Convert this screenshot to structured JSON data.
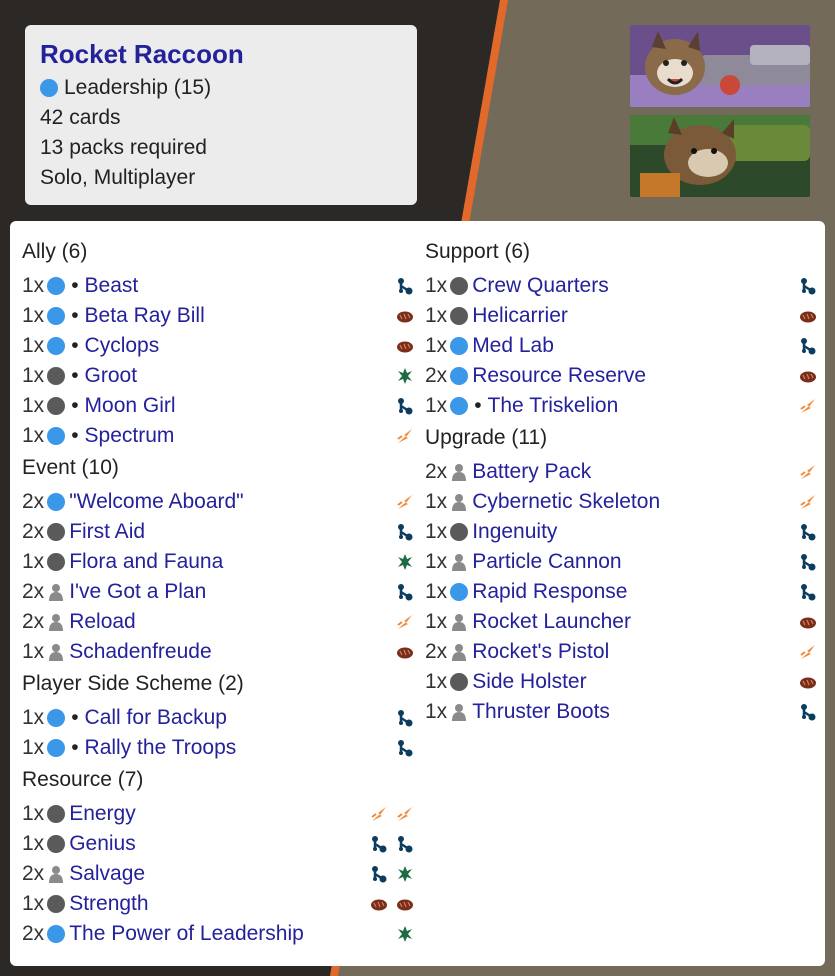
{
  "header": {
    "title": "Rocket Raccoon",
    "aspect": "Leadership (15)",
    "cards": "42 cards",
    "packs": "13 packs required",
    "modes": "Solo, Multiplayer"
  },
  "colors": {
    "leadership": "#3b97e8",
    "basic": "#5a5a5a",
    "hero": "#8a8a8a",
    "link": "#24229a",
    "stripe": "#e3692a",
    "physical": "#7a2e1a",
    "mental": "#0d3d5e",
    "energy": "#f08a3a",
    "wild": "#1f6b44"
  },
  "left_sections": [
    {
      "heading": "Ally (6)",
      "cards": [
        {
          "qty": "1x",
          "aspect": "leadership",
          "unique": true,
          "name": "Beast",
          "resources": [
            "mental"
          ]
        },
        {
          "qty": "1x",
          "aspect": "leadership",
          "unique": true,
          "name": "Beta Ray Bill",
          "resources": [
            "physical"
          ]
        },
        {
          "qty": "1x",
          "aspect": "leadership",
          "unique": true,
          "name": "Cyclops",
          "resources": [
            "physical"
          ]
        },
        {
          "qty": "1x",
          "aspect": "basic",
          "unique": true,
          "name": "Groot",
          "resources": [
            "wild"
          ]
        },
        {
          "qty": "1x",
          "aspect": "basic",
          "unique": true,
          "name": "Moon Girl",
          "resources": [
            "mental"
          ]
        },
        {
          "qty": "1x",
          "aspect": "leadership",
          "unique": true,
          "name": "Spectrum",
          "resources": [
            "energy"
          ]
        }
      ]
    },
    {
      "heading": "Event (10)",
      "cards": [
        {
          "qty": "2x",
          "aspect": "leadership",
          "unique": false,
          "name": "\"Welcome Aboard\"",
          "resources": [
            "energy"
          ]
        },
        {
          "qty": "2x",
          "aspect": "basic",
          "unique": false,
          "name": "First Aid",
          "resources": [
            "mental"
          ]
        },
        {
          "qty": "1x",
          "aspect": "basic",
          "unique": false,
          "name": "Flora and Fauna",
          "resources": [
            "wild"
          ]
        },
        {
          "qty": "2x",
          "aspect": "hero",
          "unique": false,
          "name": "I've Got a Plan",
          "resources": [
            "mental"
          ]
        },
        {
          "qty": "2x",
          "aspect": "hero",
          "unique": false,
          "name": "Reload",
          "resources": [
            "energy"
          ]
        },
        {
          "qty": "1x",
          "aspect": "hero",
          "unique": false,
          "name": "Schadenfreude",
          "resources": [
            "physical"
          ]
        }
      ]
    },
    {
      "heading": "Player Side Scheme (2)",
      "cards": [
        {
          "qty": "1x",
          "aspect": "leadership",
          "unique": true,
          "name": "Call for Backup",
          "resources": [
            "mental"
          ]
        },
        {
          "qty": "1x",
          "aspect": "leadership",
          "unique": true,
          "name": "Rally the Troops",
          "resources": [
            "mental"
          ]
        }
      ]
    },
    {
      "heading": "Resource (7)",
      "cards": [
        {
          "qty": "1x",
          "aspect": "basic",
          "unique": false,
          "name": "Energy",
          "resources": [
            "energy",
            "energy"
          ]
        },
        {
          "qty": "1x",
          "aspect": "basic",
          "unique": false,
          "name": "Genius",
          "resources": [
            "mental",
            "mental"
          ]
        },
        {
          "qty": "2x",
          "aspect": "hero",
          "unique": false,
          "name": "Salvage",
          "resources": [
            "mental",
            "wild"
          ]
        },
        {
          "qty": "1x",
          "aspect": "basic",
          "unique": false,
          "name": "Strength",
          "resources": [
            "physical",
            "physical"
          ]
        },
        {
          "qty": "2x",
          "aspect": "leadership",
          "unique": false,
          "name": "The Power of Leadership",
          "resources": [
            "wild"
          ]
        }
      ]
    }
  ],
  "right_sections": [
    {
      "heading": "Support (6)",
      "cards": [
        {
          "qty": "1x",
          "aspect": "basic",
          "unique": false,
          "name": "Crew Quarters",
          "resources": [
            "mental"
          ]
        },
        {
          "qty": "1x",
          "aspect": "basic",
          "unique": false,
          "name": "Helicarrier",
          "resources": [
            "physical"
          ]
        },
        {
          "qty": "1x",
          "aspect": "leadership",
          "unique": false,
          "name": "Med Lab",
          "resources": [
            "mental"
          ]
        },
        {
          "qty": "2x",
          "aspect": "leadership",
          "unique": false,
          "name": "Resource Reserve",
          "resources": [
            "physical"
          ]
        },
        {
          "qty": "1x",
          "aspect": "leadership",
          "unique": true,
          "name": "The Triskelion",
          "resources": [
            "energy"
          ]
        }
      ]
    },
    {
      "heading": "Upgrade (11)",
      "cards": [
        {
          "qty": "2x",
          "aspect": "hero",
          "unique": false,
          "name": "Battery Pack",
          "resources": [
            "energy"
          ]
        },
        {
          "qty": "1x",
          "aspect": "hero",
          "unique": false,
          "name": "Cybernetic Skeleton",
          "resources": [
            "energy"
          ]
        },
        {
          "qty": "1x",
          "aspect": "basic",
          "unique": false,
          "name": "Ingenuity",
          "resources": [
            "mental"
          ]
        },
        {
          "qty": "1x",
          "aspect": "hero",
          "unique": false,
          "name": "Particle Cannon",
          "resources": [
            "mental"
          ]
        },
        {
          "qty": "1x",
          "aspect": "leadership",
          "unique": false,
          "name": "Rapid Response",
          "resources": [
            "mental"
          ]
        },
        {
          "qty": "1x",
          "aspect": "hero",
          "unique": false,
          "name": "Rocket Launcher",
          "resources": [
            "physical"
          ]
        },
        {
          "qty": "2x",
          "aspect": "hero",
          "unique": false,
          "name": "Rocket's Pistol",
          "resources": [
            "energy"
          ]
        },
        {
          "qty": "1x",
          "aspect": "basic",
          "unique": false,
          "name": "Side Holster",
          "resources": [
            "physical"
          ]
        },
        {
          "qty": "1x",
          "aspect": "hero",
          "unique": false,
          "name": "Thruster Boots",
          "resources": [
            "mental"
          ]
        }
      ]
    }
  ]
}
